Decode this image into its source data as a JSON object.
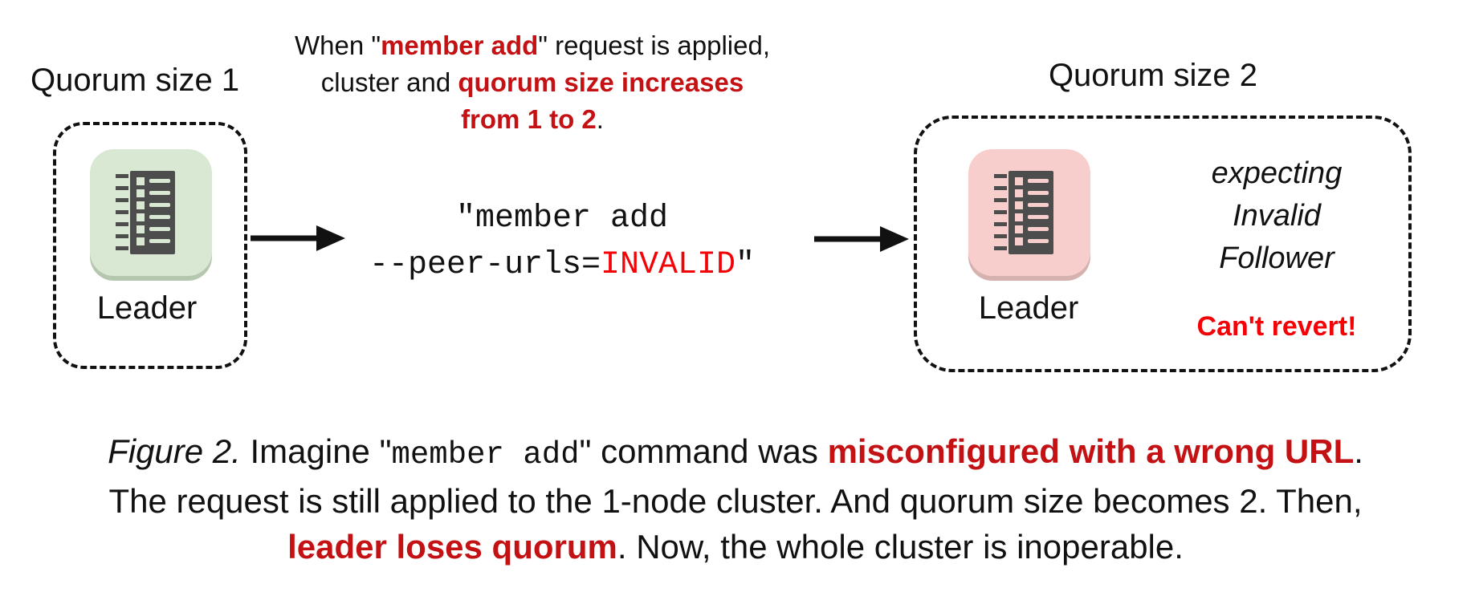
{
  "colors": {
    "red": "#c41114",
    "bright_red": "#f30207",
    "icon_dark": "#4d4d4d",
    "green_bg": "#d9e8d3",
    "green_shadow": "#b6c7b0",
    "pink_bg": "#f7cecc",
    "pink_shadow": "#d5b1af"
  },
  "top_note": {
    "l1a": "When \"",
    "l1b": "member add",
    "l1c": "\" request is applied,",
    "l2a": "cluster and ",
    "l2b": "quorum size increases",
    "l3a": "from 1 to 2",
    "l3b": "."
  },
  "cluster_before": {
    "title": "Quorum size 1",
    "node_label": "Leader"
  },
  "command": {
    "line1": "\"member add",
    "l2a": "--peer-urls=",
    "l2b": "INVALID",
    "l2c": "\""
  },
  "cluster_after": {
    "title": "Quorum size 2",
    "node_label": "Leader",
    "expecting": {
      "l1": "expecting",
      "l2": "Invalid",
      "l3": "Follower"
    },
    "warning": "Can't revert!"
  },
  "caption": {
    "c1a": "Figure 2.",
    "c1b": " Imagine \"",
    "c1c": "member add",
    "c1d": "\" command was ",
    "c1e": "misconfigured with a wrong URL",
    "c1f": ".",
    "c2": "The request is still applied to the 1-node cluster. And quorum size becomes 2. Then,",
    "c3a": "leader loses quorum",
    "c3b": ". Now, the whole cluster is inoperable."
  }
}
